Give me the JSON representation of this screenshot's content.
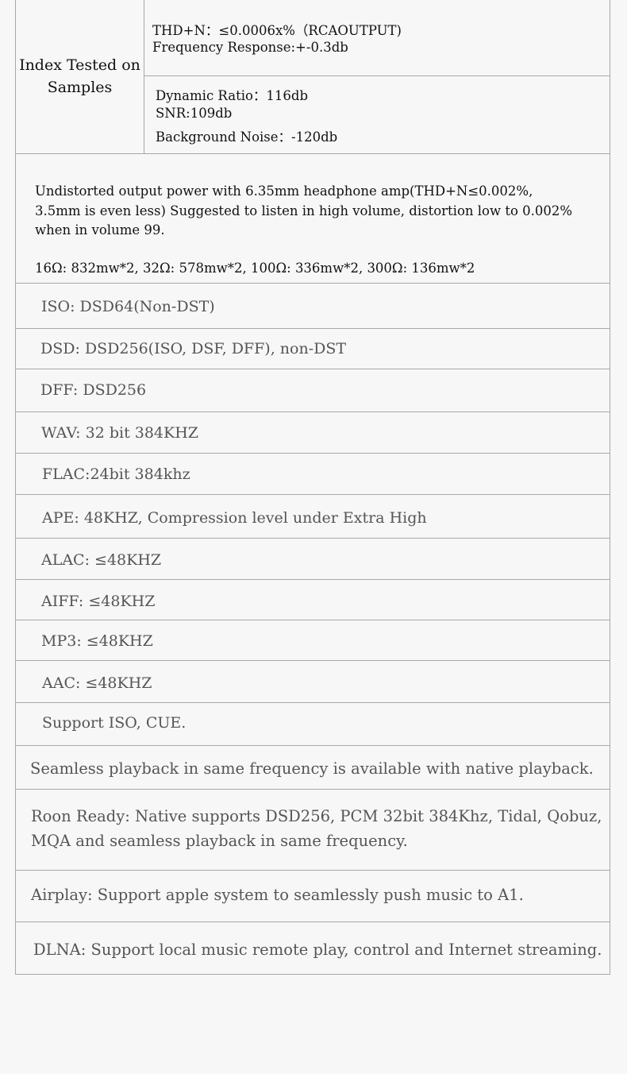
{
  "top_section": {
    "index_label": "Index Tested on Samples",
    "block1": {
      "thd": "THD+N：≤0.0006x%（RCAOUTPUT)",
      "freq": "Frequency Response:+-0.3db"
    },
    "block2": {
      "dynamic": "Dynamic Ratio：116db",
      "snr": "SNR:109db",
      "noise": "Background Noise：-120db"
    }
  },
  "power_section": {
    "description": "Undistorted output power with 6.35mm headphone amp(THD+N≤0.002%, 3.5mm is even less) Suggested to listen in high volume, distortion low to 0.002% when in volume 99.",
    "values": "16Ω: 832mw*2, 32Ω: 578mw*2, 100Ω: 336mw*2, 300Ω: 136mw*2"
  },
  "formats": [
    "ISO: DSD64(Non-DST)",
    "DSD: DSD256(ISO, DSF, DFF), non-DST",
    "DFF: DSD256",
    "WAV: 32 bit 384KHZ",
    "FLAC:24bit 384khz",
    "APE: 48KHZ, Compression level under Extra High",
    "ALAC: ≤48KHZ",
    "AIFF: ≤48KHZ",
    "MP3: ≤48KHZ",
    "AAC: ≤48KHZ",
    "Support ISO, CUE."
  ],
  "features": {
    "seamless": "Seamless playback in same frequency is available with native playback.",
    "roon": "Roon Ready: Native supports DSD256, PCM 32bit 384Khz, Tidal, Qobuz, MQA and seamless playback in same frequency.",
    "airplay": "Airplay: Support apple system to seamlessly push music to A1.",
    "dlna": "DLNA: Support local music remote play, control and Internet streaming."
  }
}
